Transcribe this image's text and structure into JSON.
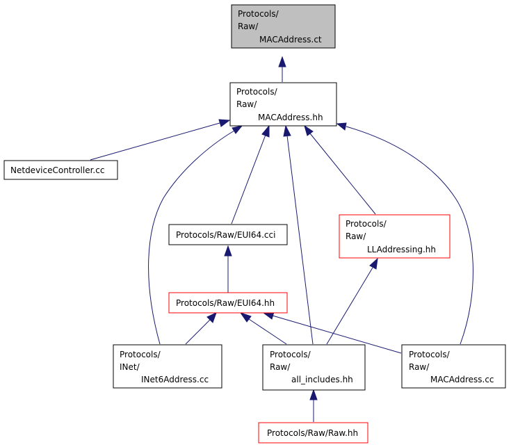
{
  "colors": {
    "edge": "#191970",
    "node_border": "#000000",
    "node_border_incomplete": "#ff0000",
    "node_fill": "#ffffff",
    "node_fill_root": "#bfbfbf"
  },
  "nodes": {
    "mac_ct": {
      "lines": [
        "Protocols/",
        "Raw/",
        "MACAddress.ct"
      ],
      "style": "root"
    },
    "mac_hh": {
      "lines": [
        "Protocols/",
        "Raw/",
        "MACAddress.hh"
      ],
      "style": "normal"
    },
    "netdev": {
      "lines": [
        "NetdeviceController.cc"
      ],
      "style": "normal"
    },
    "eui64_cci": {
      "lines": [
        "Protocols/Raw/EUI64.cci"
      ],
      "style": "normal"
    },
    "lladdr": {
      "lines": [
        "Protocols/",
        "Raw/",
        "LLAddressing.hh"
      ],
      "style": "incomplete"
    },
    "eui64_hh": {
      "lines": [
        "Protocols/Raw/EUI64.hh"
      ],
      "style": "incomplete"
    },
    "inet6": {
      "lines": [
        "Protocols/",
        "INet/",
        "INet6Address.cc"
      ],
      "style": "normal"
    },
    "all_includes": {
      "lines": [
        "Protocols/",
        "Raw/",
        "all_includes.hh"
      ],
      "style": "normal"
    },
    "mac_cc": {
      "lines": [
        "Protocols/",
        "Raw/",
        "MACAddress.cc"
      ],
      "style": "normal"
    },
    "raw_hh": {
      "lines": [
        "Protocols/Raw/Raw.hh"
      ],
      "style": "incomplete"
    }
  },
  "edges": [
    {
      "from": "mac_hh",
      "to": "mac_ct"
    },
    {
      "from": "netdev",
      "to": "mac_hh"
    },
    {
      "from": "inet6",
      "to": "mac_hh"
    },
    {
      "from": "eui64_cci",
      "to": "mac_hh"
    },
    {
      "from": "all_includes",
      "to": "mac_hh"
    },
    {
      "from": "lladdr",
      "to": "mac_hh"
    },
    {
      "from": "mac_cc",
      "to": "mac_hh"
    },
    {
      "from": "eui64_hh",
      "to": "eui64_cci"
    },
    {
      "from": "inet6",
      "to": "eui64_hh"
    },
    {
      "from": "all_includes",
      "to": "eui64_hh"
    },
    {
      "from": "mac_cc",
      "to": "eui64_hh"
    },
    {
      "from": "all_includes",
      "to": "lladdr"
    },
    {
      "from": "raw_hh",
      "to": "all_includes"
    }
  ]
}
